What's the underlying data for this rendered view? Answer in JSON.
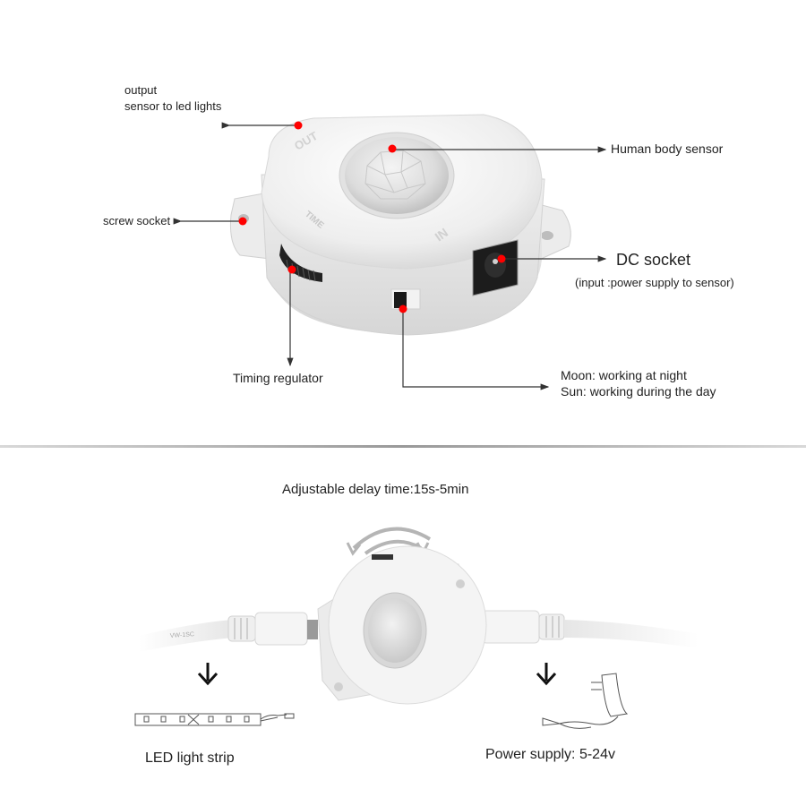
{
  "top_diagram": {
    "callouts": {
      "output": {
        "line1": "output",
        "line2": "sensor to led lights"
      },
      "human_body_sensor": "Human body sensor",
      "screw_socket": "screw socket",
      "dc_socket": {
        "title": "DC socket",
        "subtitle": "(input :power supply to sensor)"
      },
      "timing_regulator": "Timing regulator",
      "mode_switch": {
        "line1": "Moon: working at night",
        "line2": "Sun: working during the day"
      }
    },
    "device_markings": [
      "OUT",
      "TIME",
      "IN"
    ],
    "marker_color": "#ff0000",
    "leader_line_color": "#333333"
  },
  "bottom_diagram": {
    "heading": "Adjustable delay time:15s-5min",
    "left_output": {
      "label": "LED light strip",
      "icon": "led-strip-icon"
    },
    "right_input": {
      "label": "Power supply: 5-24v",
      "icon": "power-adapter-icon"
    },
    "cable_print": "VW-1SC"
  }
}
